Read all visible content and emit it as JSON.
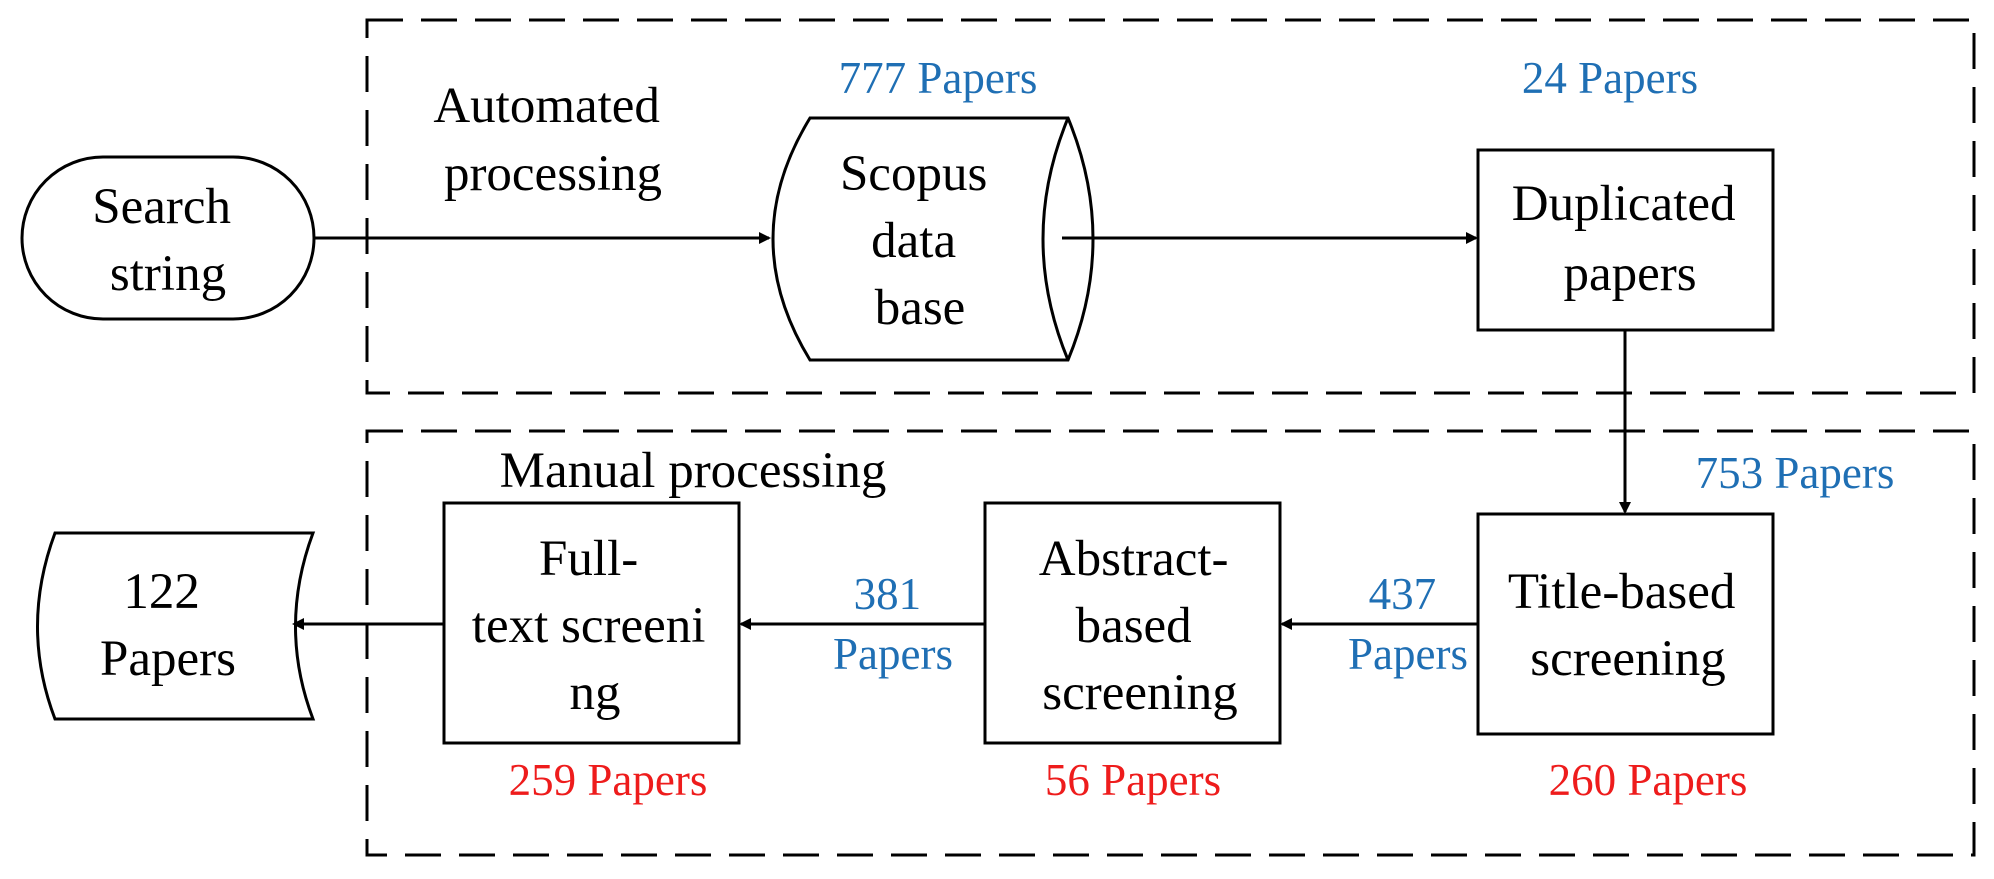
{
  "colors": {
    "line": "#000000",
    "count_blue": "#1F6FB4",
    "count_red": "#EE1C1C",
    "background": "#FFFFFF"
  },
  "groups": {
    "automated": "Automated processing",
    "manual": "Manual processing"
  },
  "nodes": {
    "search": [
      "Search",
      "string"
    ],
    "scopus": [
      "Scopus",
      "data",
      "base"
    ],
    "duplicated": [
      "Duplicated",
      "papers"
    ],
    "title": [
      "Title-based",
      "screening"
    ],
    "abstract": [
      "Abstract-",
      "based",
      "screening"
    ],
    "fulltext": [
      "Full-",
      "text screeni",
      "ng"
    ],
    "result": [
      "122",
      "Papers"
    ]
  },
  "counts": {
    "scopus_papers": "777 Papers",
    "duplicated_papers": "24 Papers",
    "after_dedup": "753 Papers",
    "title_to_abstract": [
      "437",
      "Papers"
    ],
    "abstract_to_fulltext": [
      "381",
      "Papers"
    ],
    "title_excluded": "260 Papers",
    "abstract_excluded": "56 Papers",
    "fulltext_excluded": "259 Papers"
  }
}
